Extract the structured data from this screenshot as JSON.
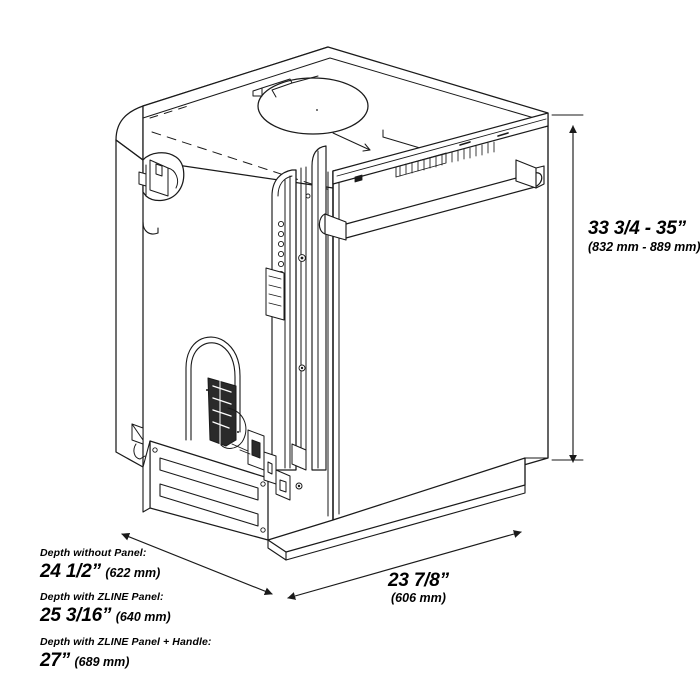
{
  "drawing": {
    "product": "built-in dishwasher",
    "view": "isometric dimension drawing",
    "background_color": "#ffffff",
    "line_color": "#1a1a1a"
  },
  "dimensions": {
    "height": {
      "name": "overall-height",
      "imperial": "33 3/4 - 35”",
      "metric": "(832 mm - 889 mm)"
    },
    "width": {
      "name": "overall-width",
      "imperial": "23 7/8”",
      "metric": "(606 mm)"
    },
    "depth_without_panel": {
      "caption": "Depth without Panel:",
      "imperial": "24 1/2”",
      "metric": "(622 mm)"
    },
    "depth_with_panel": {
      "caption": "Depth with ZLINE Panel:",
      "imperial": "25 3/16”",
      "metric": "(640 mm)"
    },
    "depth_with_panel_handle": {
      "caption": "Depth with ZLINE Panel + Handle:",
      "imperial": "27”",
      "metric": "(689 mm)"
    }
  }
}
